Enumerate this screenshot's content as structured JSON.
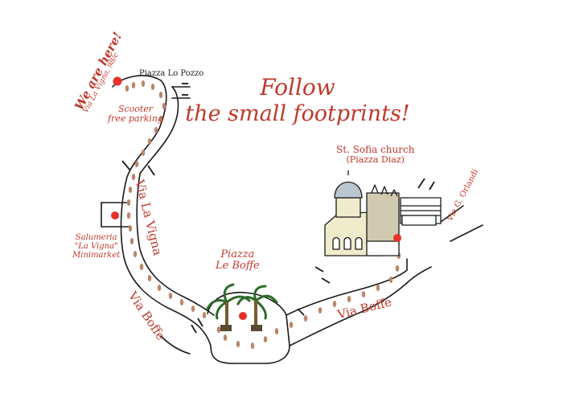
{
  "title": {
    "line1": "Follow",
    "line2": "the small footprints!"
  },
  "labels": {
    "we_are_here": "We are here!",
    "address": "Via La Vigna, 98/c",
    "piazza_lo_pozzo": "Piazza Lo Pozzo",
    "scooter_line1": "Scooter",
    "scooter_line2": "free parking",
    "via_la_vigna": "Via La Vigna",
    "salumeria_line1": "Salumeria",
    "salumeria_line2": "\"La Vigna\"",
    "salumeria_line3": "Minimarket",
    "via_boffe_left": "Via Boffe",
    "piazza_le_boffe_line1": "Piazza",
    "piazza_le_boffe_line2": "Le Boffe",
    "via_boffe_right": "Via Boffe",
    "church_line1": "St. Sofia church",
    "church_line2": "(Piazza Diaz)",
    "via_orlandi": "Via G. Orlandi"
  },
  "colors": {
    "accent": "#c0392b",
    "marker": "#e8302a",
    "ink": "#1a1a1a",
    "foot": "#b9876a"
  }
}
